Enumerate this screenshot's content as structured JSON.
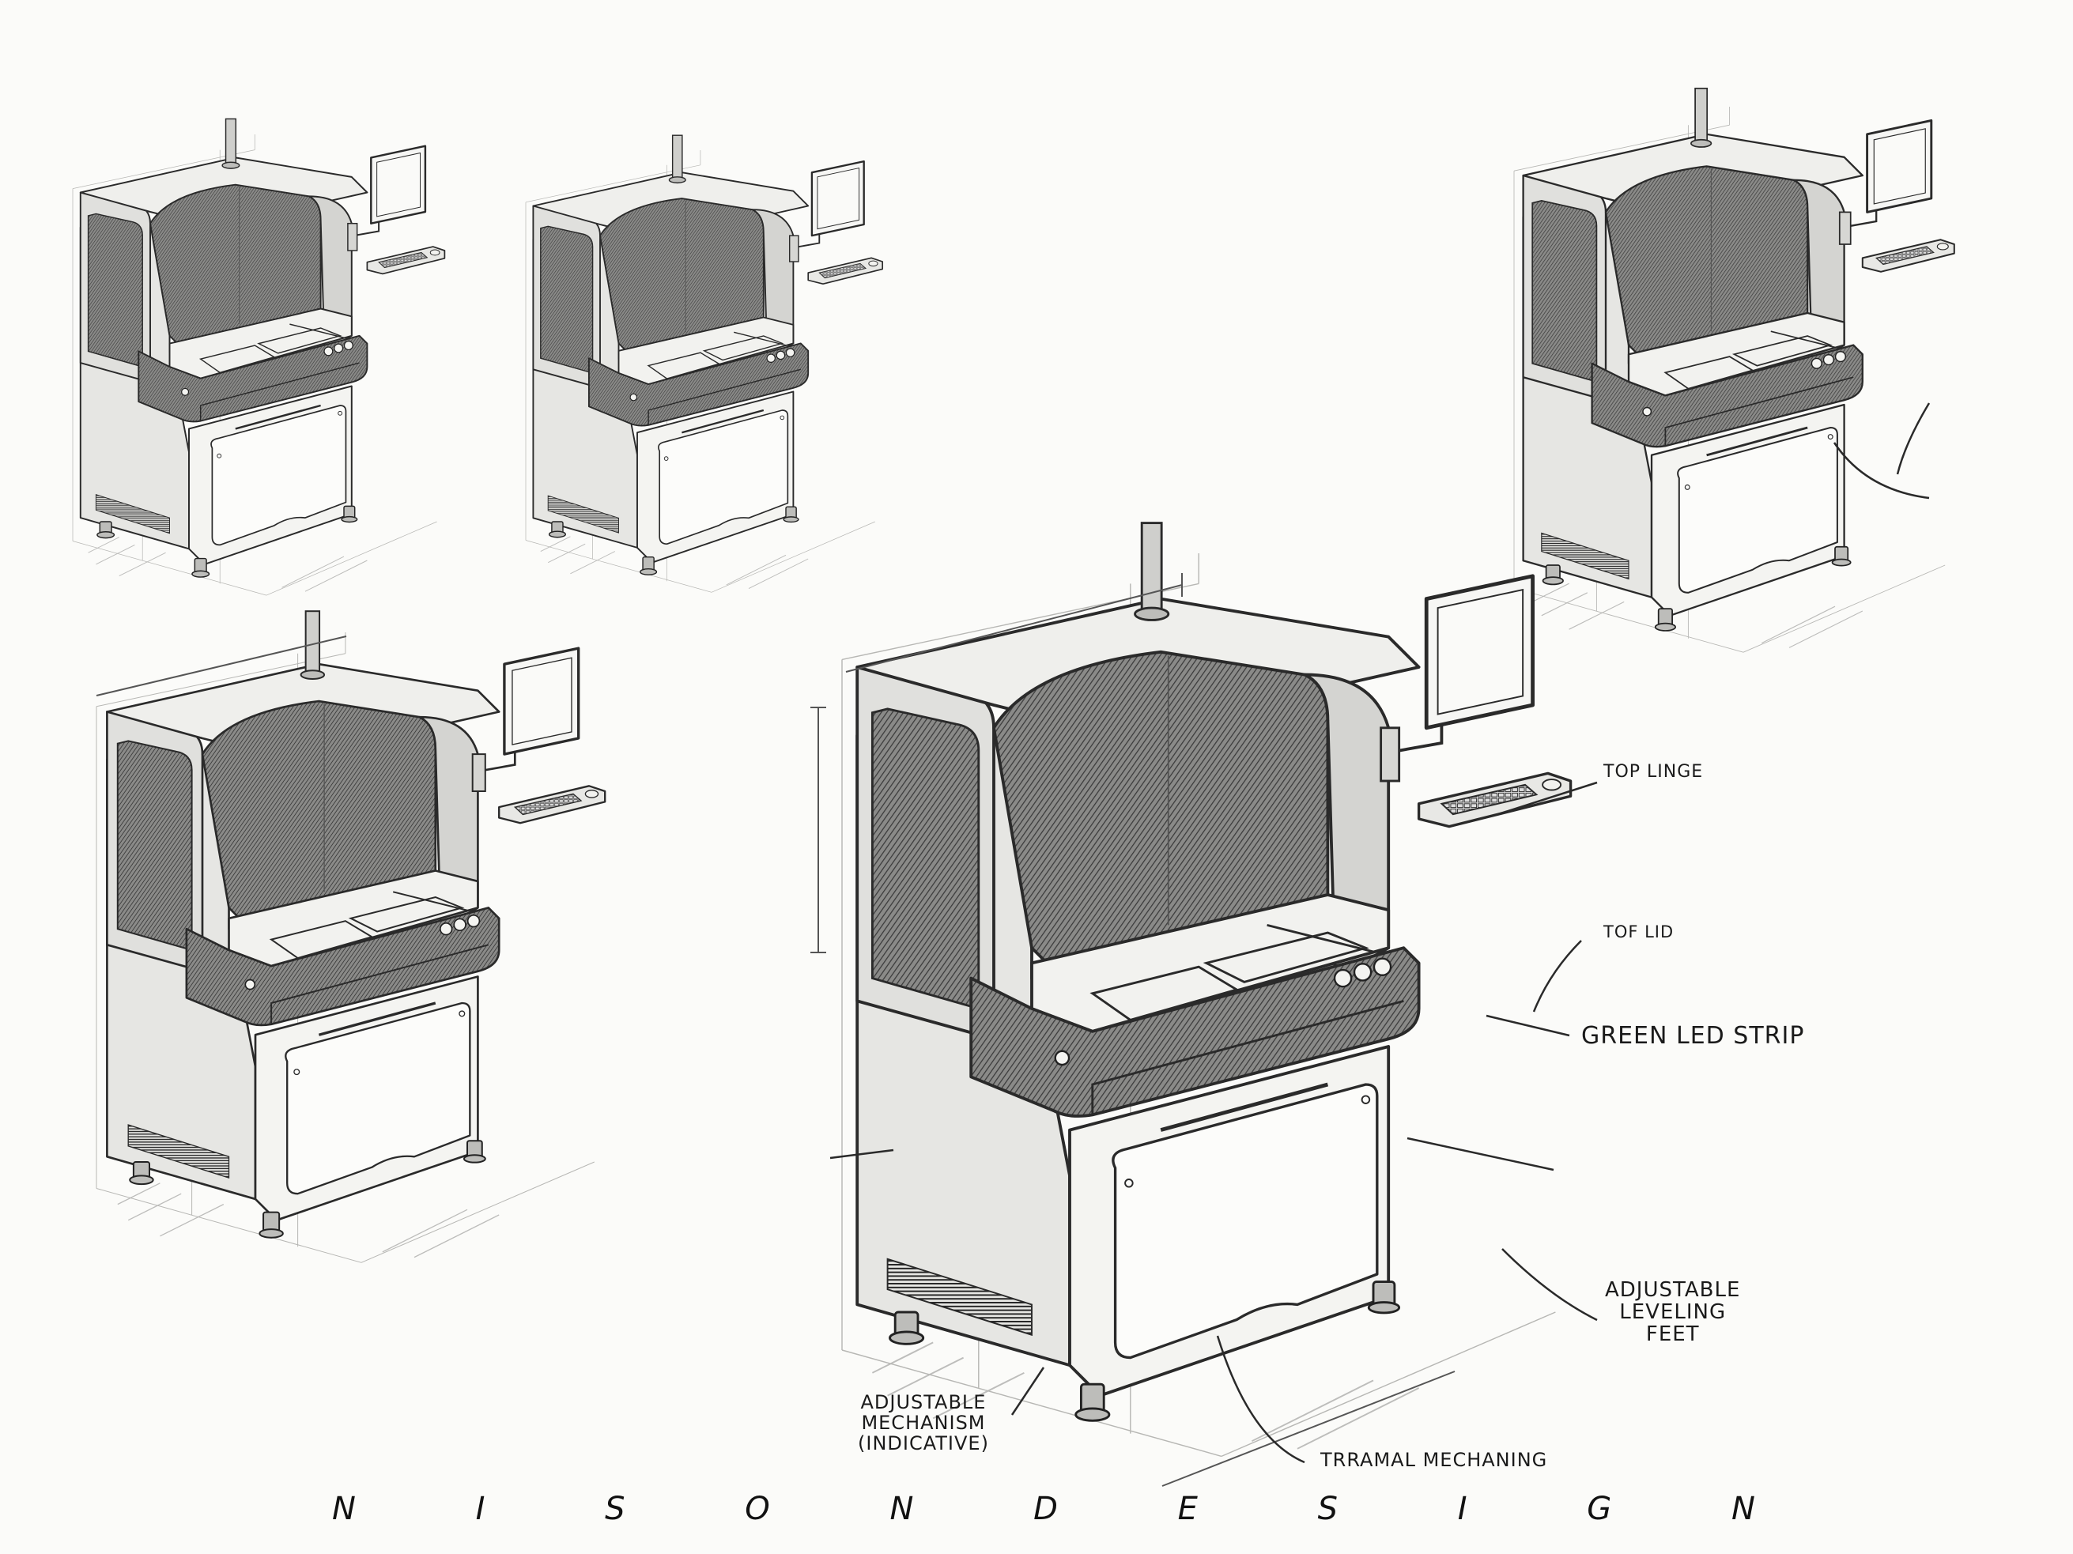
{
  "callouts": {
    "top_linge": "TOP LINGE",
    "tof_lid": "TOF LID",
    "green_led_strip": "GREEN LED STRIP",
    "adjustable_leveling_feet": "ADJUSTABLE\nLEVELING\nFEET",
    "adjustable_mechanism": "ADJUSTABLE\nMECHANISM\n(INDICATIVE)",
    "trramal_mechaning": "TRRAMAL MECHANING"
  },
  "branding": {
    "letters": [
      "N",
      "I",
      "S",
      "O",
      "N",
      "D",
      "E",
      "S",
      "I",
      "G",
      "N"
    ]
  },
  "colors": {
    "ink": "#2a2a2a",
    "paper": "#fbfbf9",
    "shade": "#d9d9d6",
    "dark_hatch": "#6a6a68"
  }
}
